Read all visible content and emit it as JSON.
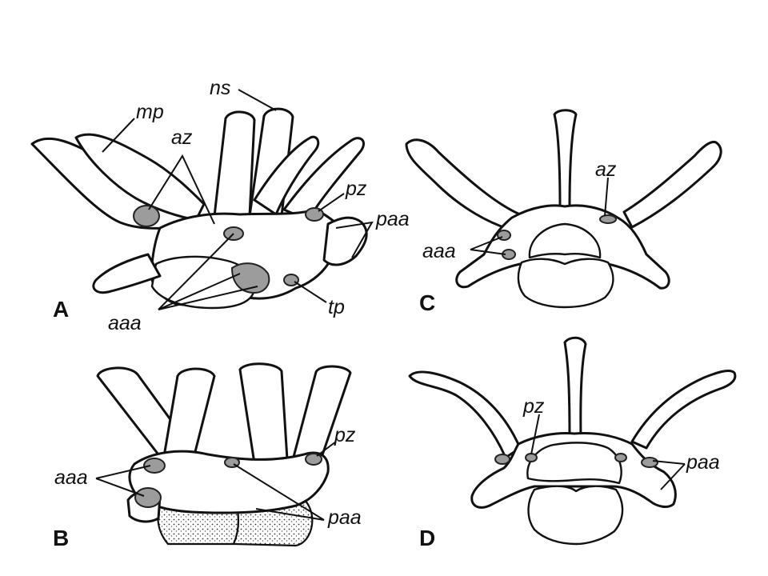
{
  "panels": {
    "A": {
      "letter": "A",
      "labels": {
        "ns": "ns",
        "mp": "mp",
        "az": "az",
        "pz": "pz",
        "paa": "paa",
        "aaa": "aaa",
        "tp": "tp"
      }
    },
    "B": {
      "letter": "B",
      "labels": {
        "pz": "pz",
        "aaa": "aaa",
        "paa": "paa"
      }
    },
    "C": {
      "letter": "C",
      "labels": {
        "az": "az",
        "aaa": "aaa"
      }
    },
    "D": {
      "letter": "D",
      "labels": {
        "pz": "pz",
        "paa": "paa"
      }
    }
  },
  "colors": {
    "ink": "#111111",
    "facet": "#9c9c9c",
    "background": "#ffffff"
  }
}
